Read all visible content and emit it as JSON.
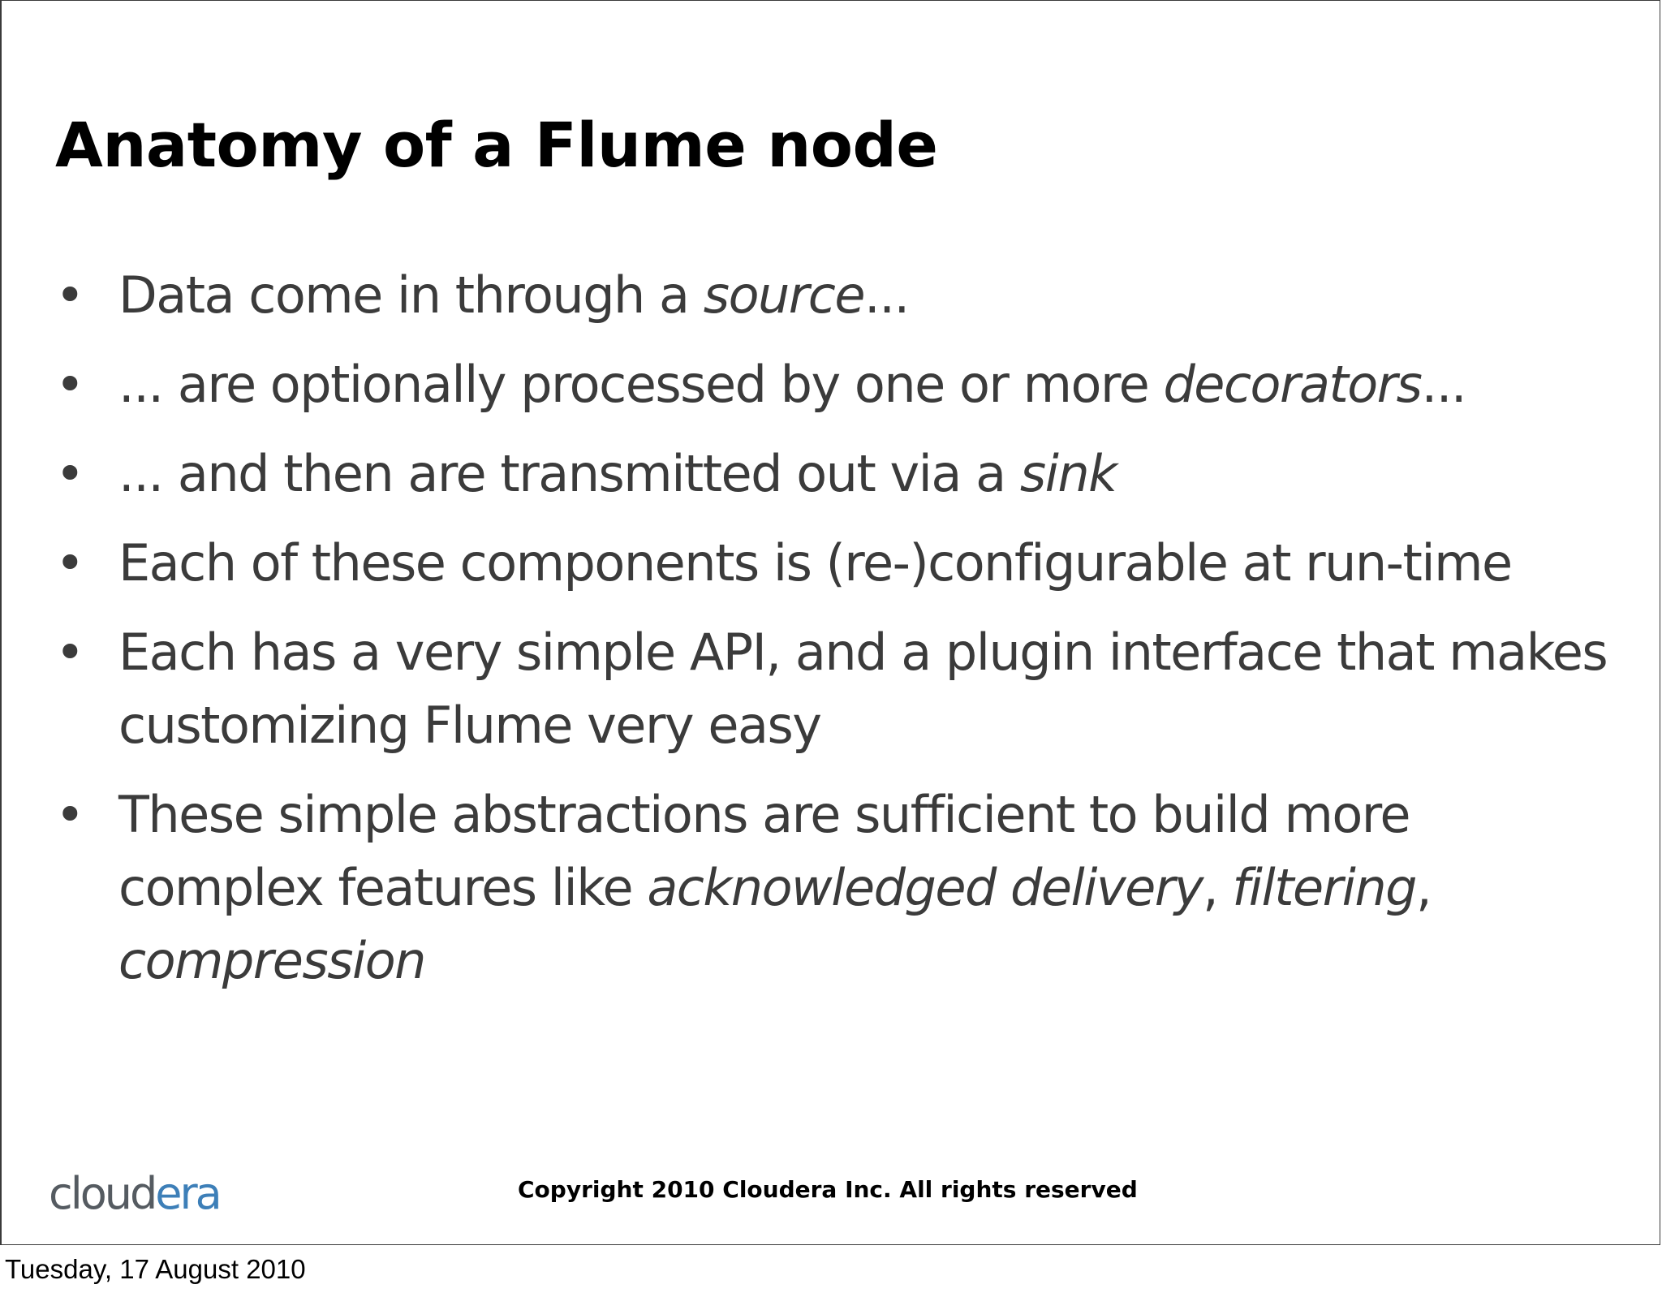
{
  "slide": {
    "title": "Anatomy of a Flume node",
    "bullet_symbol": "•",
    "bullets": [
      {
        "parts": [
          "Data come in through a ",
          "source",
          "..."
        ]
      },
      {
        "parts": [
          "... are optionally processed by one or more ",
          "decorators",
          "..."
        ]
      },
      {
        "parts": [
          "... and then are transmitted out via a ",
          "sink",
          ""
        ]
      },
      {
        "text": "Each of these components is (re-)configurable at run-time"
      },
      {
        "text": "Each has a very simple API, and a plugin interface that makes customizing Flume very easy"
      },
      {
        "prefix": "These simple abstractions are sufficient to build more complex features like ",
        "feature_1": "acknowledged delivery",
        "sep_1": ", ",
        "feature_2": "filtering",
        "sep_2": ", ",
        "feature_3": "compression"
      }
    ],
    "logo": {
      "part1": "cloud",
      "part2": "era",
      "color_part1": "#555b61",
      "color_part2": "#3d7fb8"
    },
    "copyright": "Copyright 2010 Cloudera Inc. All rights reserved"
  },
  "footer": {
    "date": "Tuesday, 17 August 2010"
  }
}
